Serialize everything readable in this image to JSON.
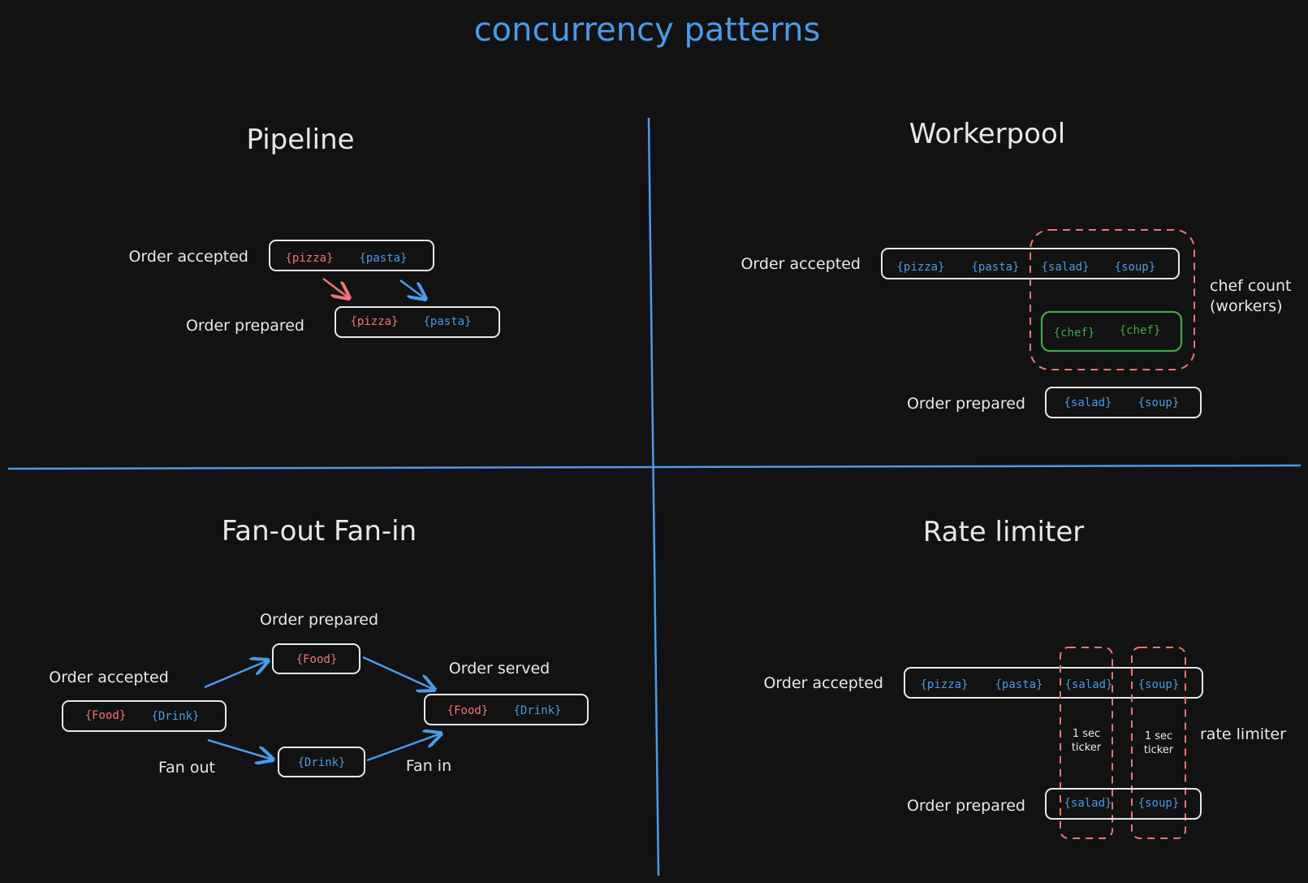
{
  "title": "concurrency patterns",
  "colors": {
    "background": "#121212",
    "accent_blue": "#4a9be8",
    "accent_red": "#f27474",
    "accent_green": "#3fa84d",
    "text": "#e8e8e8"
  },
  "pipeline": {
    "heading": "Pipeline",
    "order_accepted_label": "Order accepted",
    "order_prepared_label": "Order prepared",
    "accepted_items": [
      "{pizza}",
      "{pasta}"
    ],
    "prepared_items": [
      "{pizza}",
      "{pasta}"
    ]
  },
  "workerpool": {
    "heading": "Workerpool",
    "order_accepted_label": "Order accepted",
    "order_prepared_label": "Order prepared",
    "accepted_items": [
      "{pizza}",
      "{pasta}",
      "{salad}",
      "{soup}"
    ],
    "workers": [
      "{chef}",
      "{chef}"
    ],
    "workers_note_line1": "chef count",
    "workers_note_line2": "(workers)",
    "prepared_items": [
      "{salad}",
      "{soup}"
    ]
  },
  "fanout": {
    "heading": "Fan-out Fan-in",
    "order_accepted_label": "Order accepted",
    "order_prepared_label": "Order prepared",
    "order_served_label": "Order served",
    "fan_out_label": "Fan out",
    "fan_in_label": "Fan in",
    "accepted_items": [
      "{Food}",
      "{Drink}"
    ],
    "food_item": "{Food}",
    "drink_item": "{Drink}",
    "served_items": [
      "{Food}",
      "{Drink}"
    ]
  },
  "ratelimiter": {
    "heading": "Rate limiter",
    "order_accepted_label": "Order accepted",
    "order_prepared_label": "Order prepared",
    "accepted_items": [
      "{pizza}",
      "{pasta}",
      "{salad}",
      "{soup}"
    ],
    "ticker_line1": "1 sec",
    "ticker_line2": "ticker",
    "note": "rate limiter",
    "prepared_items": [
      "{salad}",
      "{soup}"
    ]
  }
}
